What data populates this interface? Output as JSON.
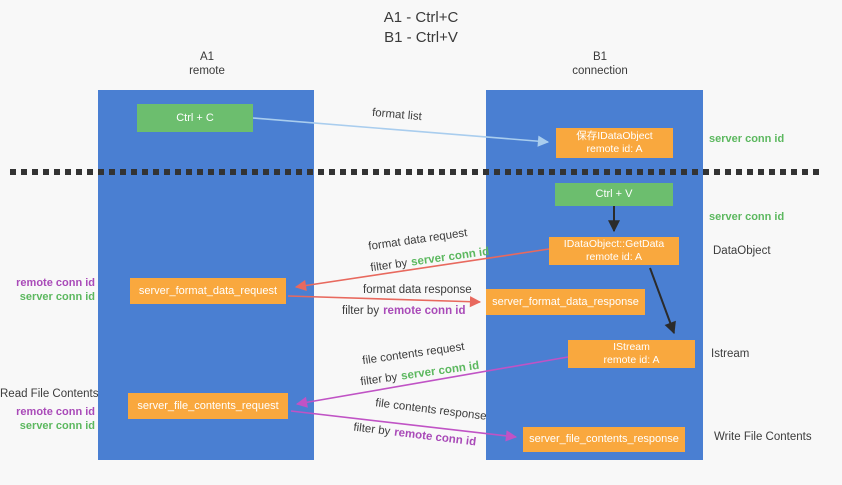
{
  "title": {
    "line1": "A1 - Ctrl+C",
    "line2": "B1 - Ctrl+V"
  },
  "lanes": {
    "left": {
      "name": "A1",
      "subtitle": "remote"
    },
    "right": {
      "name": "B1",
      "subtitle": "connection"
    }
  },
  "nodes": {
    "ctrl_c": "Ctrl + C",
    "ctrl_v": "Ctrl + V",
    "save_dataobject": {
      "line1": "保存IDataObject",
      "line2": "remote id: A"
    },
    "getdata": {
      "line1": "IDataObject::GetData",
      "line2": "remote id: A"
    },
    "istream": {
      "line1": "IStream",
      "line2": "remote id: A"
    },
    "format_request": "server_format_data_request",
    "format_response": "server_format_data_response",
    "file_request": "server_file_contents_request",
    "file_response": "server_file_contents_response"
  },
  "arrow_labels": {
    "format_list": "format list",
    "format_data_request": "format data request",
    "format_data_response": "format data response",
    "file_contents_request": "file contents request",
    "file_contents_response": "file contents response",
    "filter_by": "filter by",
    "server_conn_id": "server conn id",
    "remote_conn_id": "remote conn id"
  },
  "side_labels": {
    "server_conn_id": "server conn id",
    "remote_conn_id": "remote conn id",
    "data_object": "DataObject",
    "istream": "Istream",
    "read_file_contents": "Read File Contents",
    "write_file_contents": "Write File Contents"
  },
  "colors": {
    "lane_blue": "#4a7fd2",
    "node_green": "#6cbe6e",
    "node_orange": "#f9a83e",
    "arrow_light_blue": "#a9cdee",
    "arrow_red": "#e8695e",
    "arrow_magenta": "#c053c5",
    "arrow_black": "#2b2b2b",
    "text_green": "#5cb85f",
    "text_purple": "#a94ab8",
    "background": "#f8f8f8"
  }
}
